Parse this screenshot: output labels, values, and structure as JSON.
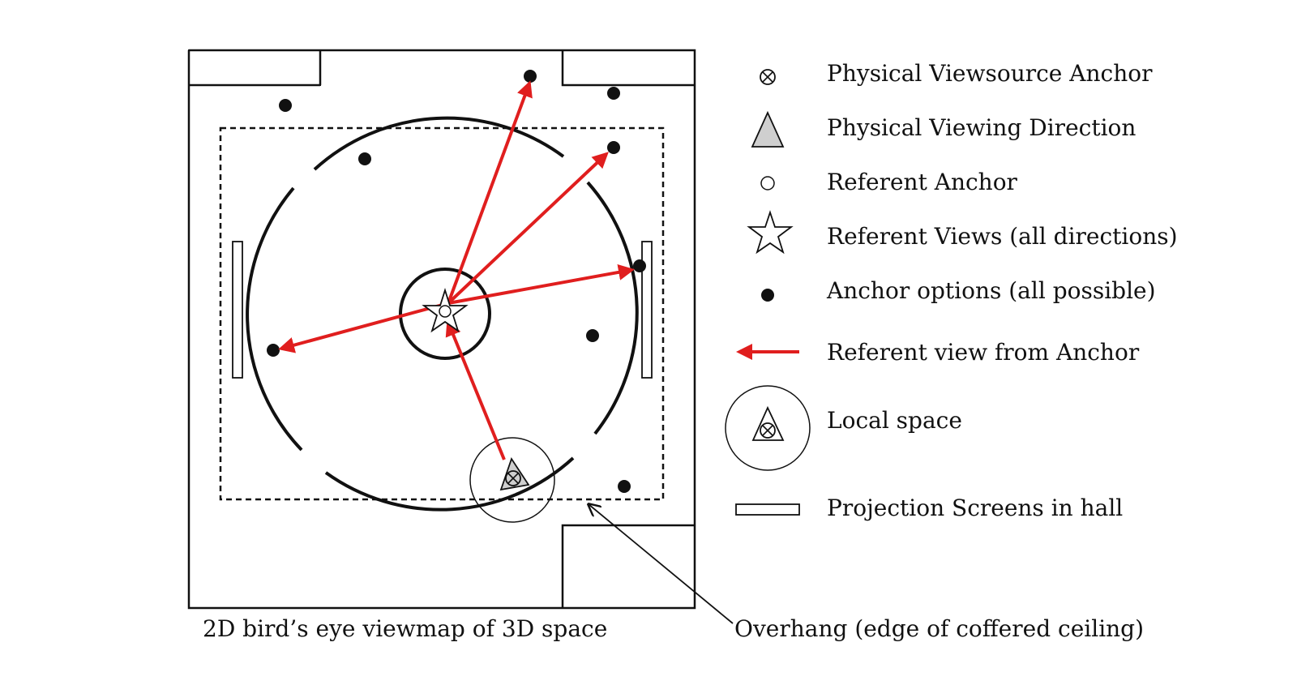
{
  "colors": {
    "line": "#111111",
    "arrow": "#e01e1e",
    "triangle_fill": "#cccccc",
    "background": "#ffffff"
  },
  "legend": [
    {
      "id": "viewsource",
      "icon": "circle-cross-icon",
      "label": "Physical Viewsource Anchor"
    },
    {
      "id": "direction",
      "icon": "triangle-icon",
      "label": "Physical Viewing Direction"
    },
    {
      "id": "referent-anchor",
      "icon": "small-circle-icon",
      "label": "Referent Anchor"
    },
    {
      "id": "referent-views",
      "icon": "star-icon",
      "label": "Referent Views (all directions)"
    },
    {
      "id": "anchor-options",
      "icon": "filled-dot-icon",
      "label": "Anchor options (all possible)"
    },
    {
      "id": "referent-view",
      "icon": "red-arrow-icon",
      "label": "Referent view from Anchor"
    },
    {
      "id": "local-space",
      "icon": "local-space-icon",
      "label": "Local space"
    },
    {
      "id": "screens",
      "icon": "rectangle-icon",
      "label": "Projection Screens in hall"
    }
  ],
  "captions": {
    "map": "2D bird’s eye viewmap of 3D space",
    "overhang": "Overhang (edge of coffered ceiling)"
  }
}
